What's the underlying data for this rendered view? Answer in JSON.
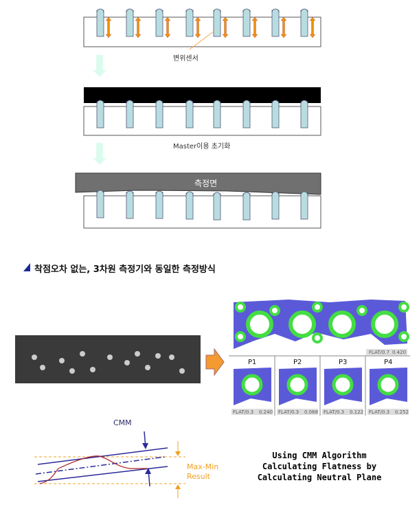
{
  "step1": {
    "label": "변위센서"
  },
  "step2": {
    "label": "Master이용 초기화"
  },
  "step3": {
    "label": "측정면"
  },
  "heading": "착점오차 없는, 3차원 측정기와 동일한 측정방식",
  "flatness": {
    "overall": {
      "spec": "FLAT/0.7",
      "value": "0.420"
    },
    "parts": [
      {
        "name": "P1",
        "spec": "FLAT/0.3",
        "value": "0.240"
      },
      {
        "name": "P2",
        "spec": "FLAT/0.3",
        "value": "0.068"
      },
      {
        "name": "P3",
        "spec": "FLAT/0.3",
        "value": "0.122"
      },
      {
        "name": "P4",
        "spec": "FLAT/0.3",
        "value": "0.252"
      }
    ]
  },
  "algorithm": {
    "cmm_label": "CMM",
    "maxmin_line1": "Max-Min",
    "maxmin_line2": "Result",
    "caption": [
      "Using CMM Algorithm",
      "Calculating Flatness by",
      "Calculating Neutral Plane"
    ]
  },
  "colors": {
    "sensor": "#b8dde0",
    "arrow": "#f0900a",
    "map": "#5a5ad8",
    "ring": "#44dd44",
    "line": "#2a2a9a",
    "curve": "#aa2222",
    "guide": "#f0a020"
  }
}
